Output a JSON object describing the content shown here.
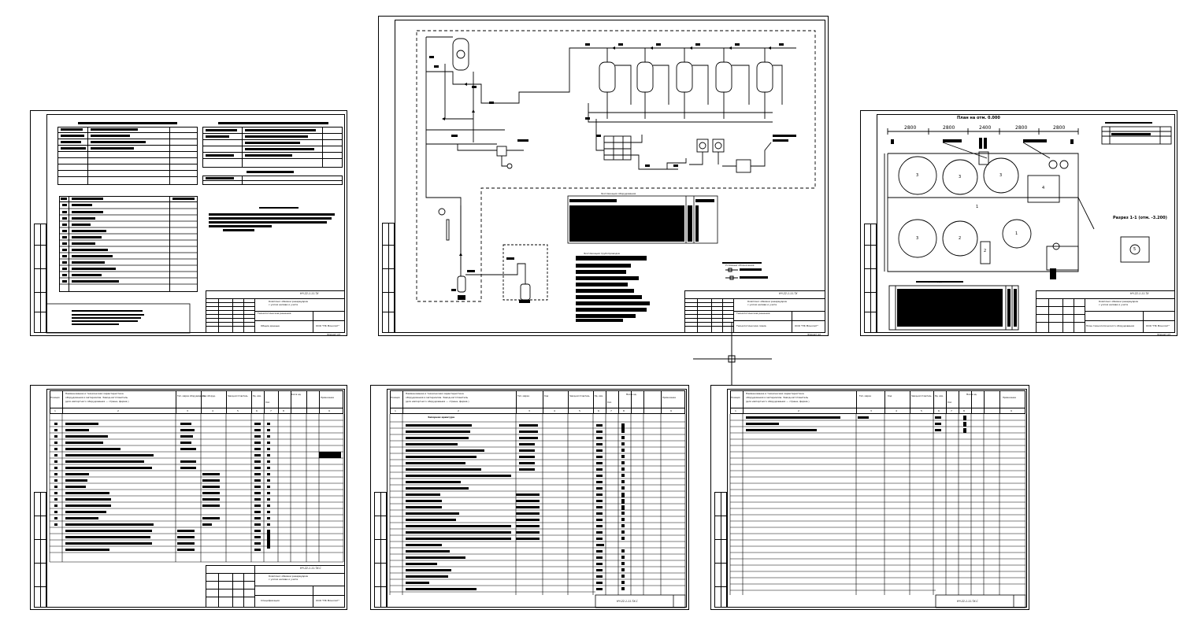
{
  "sheet_1": {
    "stamp_code": "НЧ-22-1-11-ТХ",
    "stamp_title": "Общие данные",
    "stamp_org": "ООО \"НК Монолит\"",
    "format": "Формат А3"
  },
  "sheet_2": {
    "stamp_code": "НЧ-22-1-11-ТХ",
    "stamp_title": "Технологическая схема",
    "stamp_org": "ООО \"НК Монолит\"",
    "format": "Формат А2",
    "equipment_title": "Экспликация оборудования",
    "pipes_title": "Экспликация трубопроводов",
    "legend_title": "Условные обозначения"
  },
  "sheet_3": {
    "plan_title": "План на отм. 0.000",
    "section_title": "Разрез 1-1 (отм. -3.200)",
    "stamp_code": "НЧ-22-1-11-ТХ",
    "stamp_title": "План технологического оборудования",
    "stamp_org": "ООО \"НК Монолит\"",
    "format": "Формат А3",
    "explication_title": "Экспликация оборудования",
    "room_label": "1",
    "tank_labels": [
      "3",
      "3",
      "3",
      "3",
      "2",
      "1"
    ],
    "item_labels": [
      "4",
      "2",
      "5"
    ]
  },
  "spec_1": {
    "stamp_code": "НЧ-22-1-11-ТХ.С",
    "stamp_title": "Спецификация",
    "stamp_org": "ООО \"НК Монолит\"",
    "columns": [
      "Позиция",
      "Наименование и техническая характеристика",
      "Тип, марка оборудования",
      "Код оборуд.",
      "Завод-изготовитель",
      "Ед. изм.",
      "Кол.",
      "Масса ед.",
      "Примечание"
    ],
    "column_numbers": [
      "1",
      "2",
      "3",
      "4",
      "5",
      "6",
      "7",
      "8",
      "9"
    ]
  },
  "spec_2": {
    "stamp_code": "НЧ-22-1-11-ТХ.С",
    "section": "Запорная арматура",
    "columns": [
      "Позиция",
      "Наименование и техническая характеристика",
      "Тип, марка",
      "Код",
      "Завод-изготовитель",
      "Ед. изм.",
      "Кол.",
      "Масса ед.",
      "Примечание"
    ],
    "column_numbers": [
      "1",
      "2",
      "3",
      "4",
      "5",
      "6",
      "7",
      "8",
      "9"
    ]
  },
  "spec_3": {
    "stamp_code": "НЧ-22-1-11-ТХ.С",
    "columns": [
      "Позиция",
      "Наименование и техническая характеристика",
      "Тип, марка",
      "Код",
      "Завод-изготовитель",
      "Ед. изм.",
      "Кол.",
      "Масса ед.",
      "Примечание"
    ],
    "column_numbers": [
      "1",
      "2",
      "3",
      "4",
      "5",
      "6",
      "7",
      "8",
      "9"
    ]
  },
  "colors": {
    "background": "#ffffff",
    "ink": "#000000"
  },
  "icons": [
    "crosshair-cursor-icon"
  ]
}
